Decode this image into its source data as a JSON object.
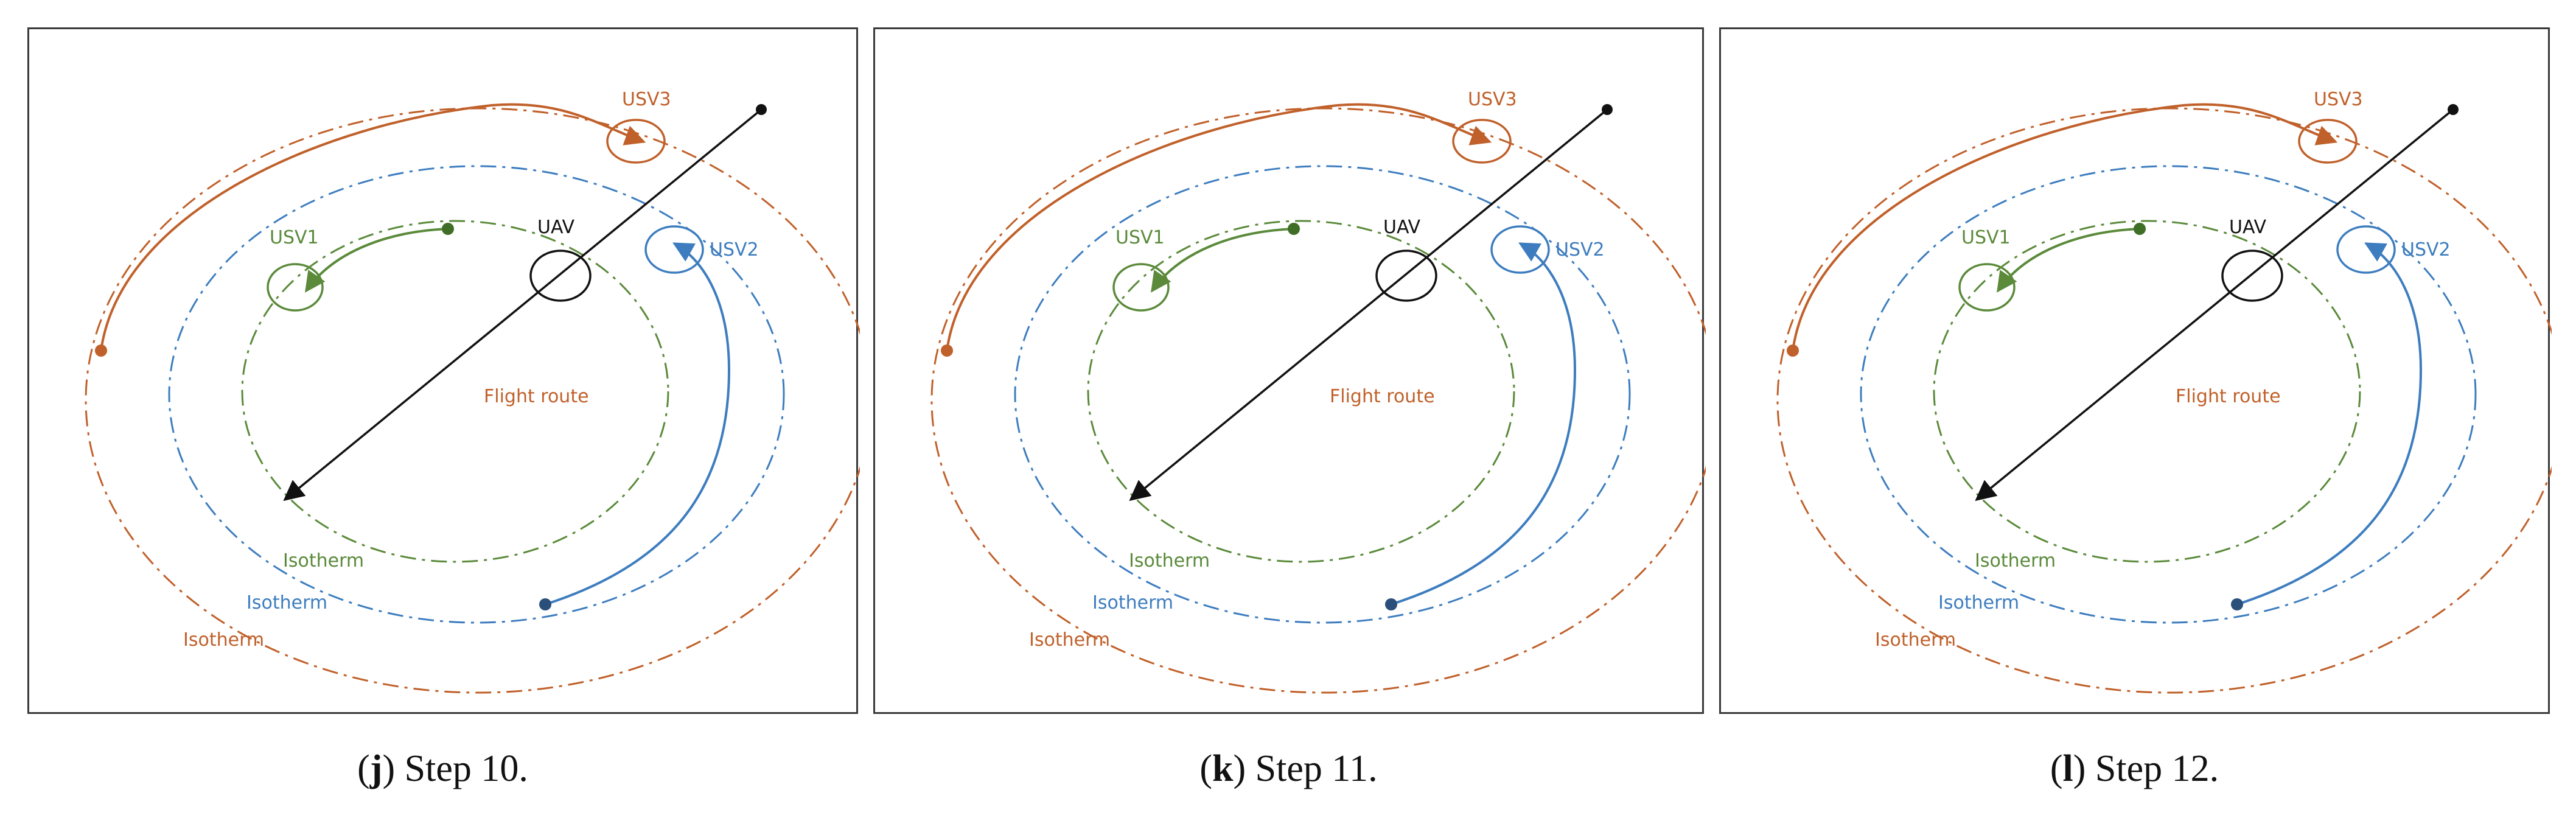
{
  "colors": {
    "orange": "#c0602a",
    "blue": "#3d7dbf",
    "green": "#5a8a3a",
    "black": "#111111",
    "frame": "#3a3a3a"
  },
  "labels": {
    "usv1": "USV1",
    "usv2": "USV2",
    "usv3": "USV3",
    "uav": "UAV",
    "flight_route": "Flight route",
    "isotherm": "Isotherm"
  },
  "panels": [
    {
      "letter": "j",
      "caption": "Step 10."
    },
    {
      "letter": "k",
      "caption": "Step 11."
    },
    {
      "letter": "l",
      "caption": "Step 12."
    }
  ]
}
